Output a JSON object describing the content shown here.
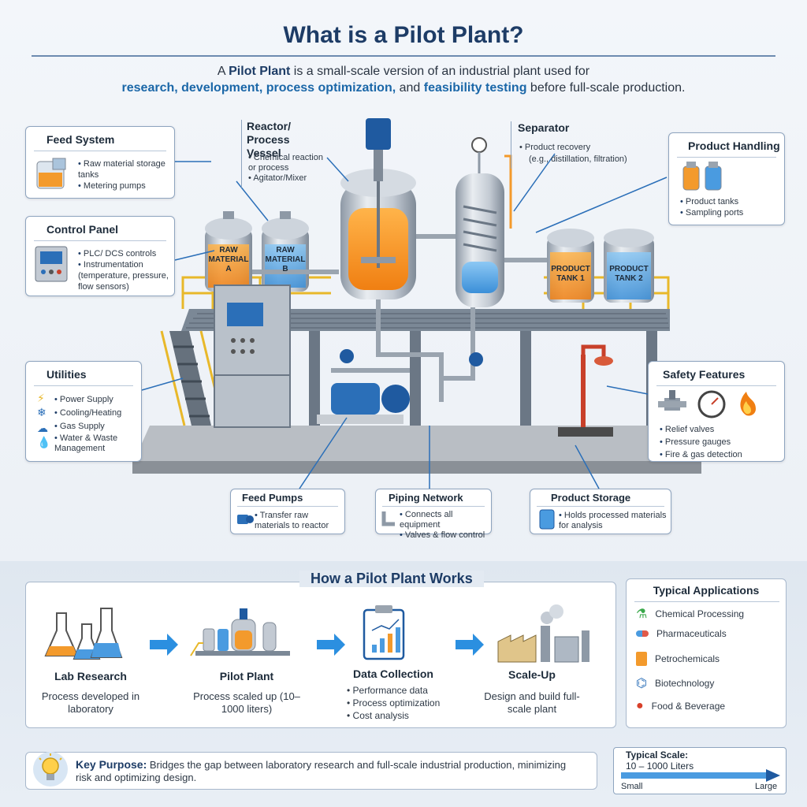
{
  "header": {
    "title": "What is a Pilot Plant?",
    "intro_prefix": "A ",
    "intro_term": "Pilot Plant",
    "intro_rest": " is a small-scale version of an industrial plant used for",
    "intro_highlight": "research, development, process optimization,",
    "intro_and": " and ",
    "intro_highlight2": "feasibility testing",
    "intro_end": " before full-scale production."
  },
  "feed_system": {
    "title": "Feed System",
    "items": [
      "Raw material storage tanks",
      "Metering pumps"
    ]
  },
  "control_panel": {
    "title": "Control Panel",
    "items": [
      "PLC/ DCS controls",
      "Instrumentation (temperature, pressure, flow sensors)"
    ]
  },
  "utilities": {
    "title": "Utilities",
    "items": [
      "Power Supply",
      "Cooling/Heating",
      "Gas Supply",
      "Water & Waste Management"
    ]
  },
  "reactor": {
    "title": "Reactor/ Process Vessel",
    "items": [
      "Chemical reaction or process",
      "Agitator/Mixer"
    ]
  },
  "separator": {
    "title": "Separator",
    "items": [
      "Product recovery"
    ],
    "note": "(e.g., distillation, filtration)"
  },
  "product_handling": {
    "title": "Product Handling",
    "items": [
      "Product tanks",
      "Sampling ports"
    ]
  },
  "safety": {
    "title": "Safety Features",
    "items": [
      "Relief valves",
      "Pressure gauges",
      "Fire & gas detection"
    ]
  },
  "feed_pumps": {
    "title": "Feed Pumps",
    "items": [
      "Transfer raw materials to reactor"
    ]
  },
  "piping": {
    "title": "Piping Network",
    "items": [
      "Connects all equipment",
      "Valves & flow control"
    ]
  },
  "product_storage": {
    "title": "Product Storage",
    "items": [
      "Holds processed materials for analysis"
    ]
  },
  "tanks": {
    "raw_a": "RAW MATERIAL A",
    "raw_b": "RAW MATERIAL B",
    "prod_1": "PRODUCT TANK 1",
    "prod_2": "PRODUCT TANK 2"
  },
  "how_it_works": {
    "title": "How a Pilot Plant Works",
    "steps": [
      {
        "label": "Lab Research",
        "desc": "Process developed in laboratory"
      },
      {
        "label": "Pilot Plant",
        "desc": "Process scaled up (10–1000 liters)"
      },
      {
        "label": "Data Collection",
        "items": [
          "Performance data",
          "Process optimization",
          "Cost analysis"
        ]
      },
      {
        "label": "Scale-Up",
        "desc": "Design and build full-scale plant"
      }
    ]
  },
  "applications": {
    "title": "Typical Applications",
    "items": [
      "Chemical Processing",
      "Pharmaceuticals",
      "Petrochemicals",
      "Biotechnology",
      "Food & Beverage"
    ]
  },
  "key_purpose": {
    "label": "Key Purpose:",
    "text": " Bridges the gap between laboratory research and full-scale industrial production, minimizing risk and optimizing design."
  },
  "scale": {
    "title": "Typical Scale:",
    "range": "10 – 1000 Liters",
    "small": "Small",
    "large": "Large"
  },
  "colors": {
    "orange": "#f39a2c",
    "blue": "#4a9be0",
    "accent": "#1d3c66",
    "yellow": "#e8b82a"
  }
}
